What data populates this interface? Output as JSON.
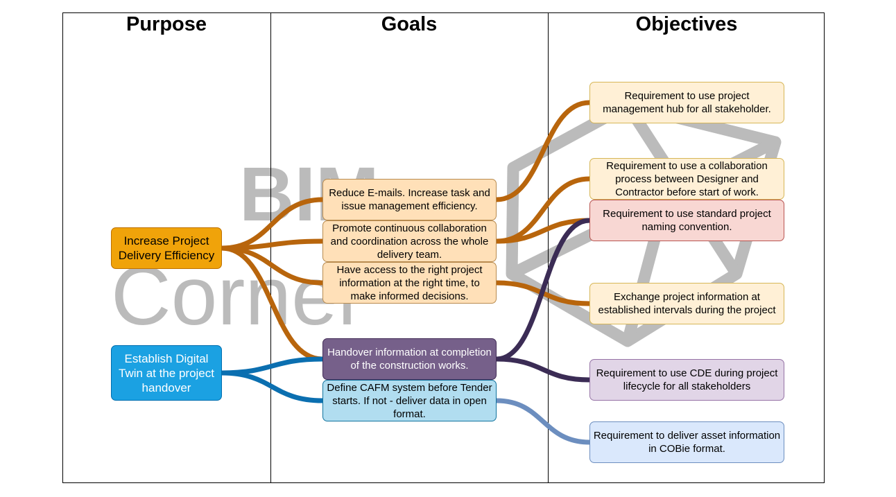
{
  "columns": {
    "purpose": "Purpose",
    "goals": "Goals",
    "objectives": "Objectives"
  },
  "watermark": {
    "line1": "BIM",
    "line2": "Corner"
  },
  "colors": {
    "orange_link": "#b8650c",
    "blue_link": "#0b6fb0",
    "purple_link": "#3b2c55",
    "lightblue_link": "#6c8ebf",
    "watermark_gray": "#b4b4b4"
  },
  "purpose": [
    {
      "id": "p1",
      "text": "Increase Project Delivery Efficiency",
      "fill": "#f0a30a",
      "border": "#bd7000",
      "text_color": "#000000"
    },
    {
      "id": "p2",
      "text": "Establish Digital Twin at the project handover",
      "fill": "#1ba1e2",
      "border": "#006eaf",
      "text_color": "#ffffff"
    }
  ],
  "goals": [
    {
      "id": "g1",
      "text": "Reduce E-mails. Increase task and issue management efficiency.",
      "fill": "#ffe0b8",
      "border": "#b88b4f",
      "text_color": "#000000"
    },
    {
      "id": "g2",
      "text": "Promote continuous collaboration and coordination across the whole delivery team.",
      "fill": "#ffe0b8",
      "border": "#b88b4f",
      "text_color": "#000000"
    },
    {
      "id": "g3",
      "text": "Have access to the right project information at the right time, to make informed decisions.",
      "fill": "#ffe0b8",
      "border": "#b88b4f",
      "text_color": "#000000"
    },
    {
      "id": "g4",
      "text": "Handover information at completion of the construction works.",
      "fill": "#76608a",
      "border": "#432d57",
      "text_color": "#ffffff"
    },
    {
      "id": "g5",
      "text": "Define CAFM system before Tender starts. If not - deliver data in open format.",
      "fill": "#b1ddf0",
      "border": "#10739e",
      "text_color": "#000000"
    }
  ],
  "objectives": [
    {
      "id": "o1",
      "text": "Requirement to use project management hub for all stakeholder.",
      "fill": "#fff0d6",
      "border": "#d6b656",
      "text_color": "#000000"
    },
    {
      "id": "o2",
      "text": "Requirement to use a collaboration process between Designer and Contractor before start of work.",
      "fill": "#fff0d6",
      "border": "#d6b656",
      "text_color": "#000000"
    },
    {
      "id": "o3",
      "text": "Requirement to use standard project naming convention.",
      "fill": "#f8d7d3",
      "border": "#b85450",
      "text_color": "#000000"
    },
    {
      "id": "o4",
      "text": "Exchange project information at established intervals during the project",
      "fill": "#fff0d6",
      "border": "#d6b656",
      "text_color": "#000000"
    },
    {
      "id": "o5",
      "text": "Requirement to use CDE during project lifecycle for all stakeholders",
      "fill": "#e1d5e7",
      "border": "#9673a6",
      "text_color": "#000000"
    },
    {
      "id": "o6",
      "text": "Requirement to deliver asset information in COBie format.",
      "fill": "#dae8fc",
      "border": "#6c8ebf",
      "text_color": "#000000"
    }
  ],
  "connections": [
    {
      "from": "p1",
      "to": "g1",
      "color": "orange_link"
    },
    {
      "from": "p1",
      "to": "g2",
      "color": "orange_link"
    },
    {
      "from": "p1",
      "to": "g3",
      "color": "orange_link"
    },
    {
      "from": "p1",
      "to": "g4",
      "color": "orange_link"
    },
    {
      "from": "p2",
      "to": "g4",
      "color": "blue_link"
    },
    {
      "from": "p2",
      "to": "g5",
      "color": "blue_link"
    },
    {
      "from": "g1",
      "to": "o1",
      "color": "orange_link"
    },
    {
      "from": "g2",
      "to": "o2",
      "color": "orange_link"
    },
    {
      "from": "g2",
      "to": "o3",
      "color": "orange_link"
    },
    {
      "from": "g3",
      "to": "o4",
      "color": "orange_link"
    },
    {
      "from": "g4",
      "to": "o3",
      "color": "purple_link"
    },
    {
      "from": "g4",
      "to": "o5",
      "color": "purple_link"
    },
    {
      "from": "g5",
      "to": "o6",
      "color": "lightblue_link"
    }
  ]
}
